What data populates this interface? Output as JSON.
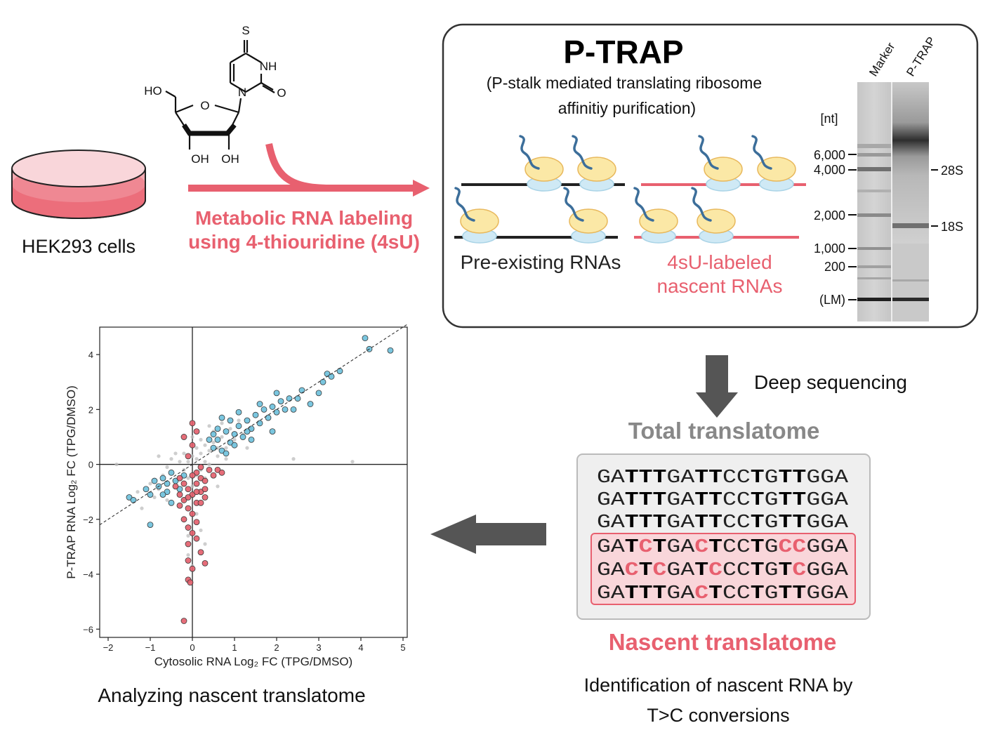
{
  "colors": {
    "accent_pink": "#e8606f",
    "pink_light": "#f9d6da",
    "blue_points": "#6cc0dc",
    "red_points": "#e35d6a",
    "grey_points": "#bdbdbd",
    "ribosome_yellow": "#fbe8a6",
    "ribosome_blue": "#cfe9f5",
    "mrna_blue": "#3c6e9a",
    "dark_arrow": "#555555",
    "grey_title": "#888888"
  },
  "cells": {
    "label": "HEK293 cells"
  },
  "molecule": {
    "atoms": {
      "s": "S",
      "nh": "NH",
      "o_carbonyl": "O",
      "n": "N",
      "ho": "HO",
      "o_ring": "O",
      "oh1": "OH",
      "oh2": "OH"
    }
  },
  "labeling": {
    "line1": "Metabolic RNA labeling",
    "line2": "using 4-thiouridine (4sU)"
  },
  "ptrap": {
    "title": "P-TRAP",
    "subtitle_line1": "(P-stalk mediated translating ribosome",
    "subtitle_line2": "affinitiy purification)",
    "pre_existing_label": "Pre-existing RNAs",
    "labeled_line1": "4sU-labeled",
    "labeled_line2": "nascent RNAs"
  },
  "gel": {
    "lane_labels": [
      "Marker",
      "P-TRAP"
    ],
    "unit": "[nt]",
    "marker_ticks": [
      "6,000",
      "4,000",
      "2,000",
      "1,000",
      "200",
      "(LM)"
    ],
    "band_labels": [
      "28S",
      "18S"
    ]
  },
  "sequencing": {
    "label": "Deep sequencing"
  },
  "total_translatome": {
    "title": "Total translatome"
  },
  "reads": [
    {
      "segments": [
        [
          "GA",
          "n"
        ],
        [
          "TTT",
          "b"
        ],
        [
          "GA",
          "n"
        ],
        [
          "TT",
          "b"
        ],
        [
          "CC",
          "n"
        ],
        [
          "T",
          "b"
        ],
        [
          "G",
          "n"
        ],
        [
          "TT",
          "b"
        ],
        [
          "GGA",
          "n"
        ]
      ]
    },
    {
      "segments": [
        [
          "GA",
          "n"
        ],
        [
          "TTT",
          "b"
        ],
        [
          "GA",
          "n"
        ],
        [
          "TT",
          "b"
        ],
        [
          "CC",
          "n"
        ],
        [
          "T",
          "b"
        ],
        [
          "G",
          "n"
        ],
        [
          "TT",
          "b"
        ],
        [
          "GGA",
          "n"
        ]
      ]
    },
    {
      "segments": [
        [
          "GA",
          "n"
        ],
        [
          "TTT",
          "b"
        ],
        [
          "GA",
          "n"
        ],
        [
          "TT",
          "b"
        ],
        [
          "CC",
          "n"
        ],
        [
          "T",
          "b"
        ],
        [
          "G",
          "n"
        ],
        [
          "TT",
          "b"
        ],
        [
          "GGA",
          "n"
        ]
      ]
    },
    {
      "segments": [
        [
          "GA",
          "n"
        ],
        [
          "T",
          "b"
        ],
        [
          "C",
          "c"
        ],
        [
          "T",
          "b"
        ],
        [
          "GA",
          "n"
        ],
        [
          "C",
          "c"
        ],
        [
          "T",
          "b"
        ],
        [
          "CC",
          "n"
        ],
        [
          "T",
          "b"
        ],
        [
          "G",
          "n"
        ],
        [
          "CC",
          "c"
        ],
        [
          "GGA",
          "n"
        ]
      ]
    },
    {
      "segments": [
        [
          "GA",
          "n"
        ],
        [
          "C",
          "c"
        ],
        [
          "T",
          "b"
        ],
        [
          "C",
          "c"
        ],
        [
          "GA",
          "n"
        ],
        [
          "T",
          "b"
        ],
        [
          "C",
          "c"
        ],
        [
          "CC",
          "n"
        ],
        [
          "T",
          "b"
        ],
        [
          "G",
          "n"
        ],
        [
          "T",
          "b"
        ],
        [
          "C",
          "c"
        ],
        [
          "GGA",
          "n"
        ]
      ]
    },
    {
      "segments": [
        [
          "GA",
          "n"
        ],
        [
          "TTT",
          "b"
        ],
        [
          "GA",
          "n"
        ],
        [
          "C",
          "c"
        ],
        [
          "T",
          "b"
        ],
        [
          "CC",
          "n"
        ],
        [
          "T",
          "b"
        ],
        [
          "G",
          "n"
        ],
        [
          "TT",
          "b"
        ],
        [
          "GGA",
          "n"
        ]
      ]
    }
  ],
  "nascent_translatome": {
    "title": "Nascent translatome"
  },
  "identification": {
    "line1": "Identification of nascent RNA by",
    "line2": "T>C conversions"
  },
  "analysis": {
    "label": "Analyzing nascent translatome"
  },
  "chart_data": {
    "type": "scatter",
    "xlabel": "Cytosolic RNA Log₂ FC (TPG/DMSO)",
    "ylabel": "P-TRAP RNA Log₂ FC (TPG/DMSO)",
    "xlim": [
      -2.2,
      5.1
    ],
    "ylim": [
      -6.3,
      5.0
    ],
    "xticks": [
      -2,
      -1,
      0,
      1,
      2,
      3,
      4,
      5
    ],
    "yticks": [
      -6,
      -4,
      -2,
      0,
      2,
      4
    ],
    "reference_line": {
      "style": "dashed",
      "slope": 1.0,
      "intercept": 0.0
    },
    "series": [
      {
        "color": "#bdbdbd",
        "points": [
          [
            -0.5,
            -0.3
          ],
          [
            -0.3,
            0.1
          ],
          [
            -0.2,
            -0.2
          ],
          [
            0.1,
            0.2
          ],
          [
            0.2,
            0.4
          ],
          [
            0.3,
            0.1
          ],
          [
            0.4,
            0.5
          ],
          [
            -0.1,
            -0.5
          ],
          [
            -0.4,
            -0.6
          ],
          [
            0.5,
            0.8
          ],
          [
            0.6,
            0.3
          ],
          [
            -0.6,
            -0.1
          ],
          [
            0.0,
            0.3
          ],
          [
            0.2,
            -0.2
          ],
          [
            0.8,
            0.6
          ],
          [
            0.7,
            1.0
          ],
          [
            -0.8,
            -0.9
          ],
          [
            -0.2,
            0.4
          ],
          [
            0.3,
            0.7
          ],
          [
            0.1,
            -0.4
          ],
          [
            1.0,
            0.9
          ],
          [
            0.9,
            1.3
          ],
          [
            -0.3,
            -1.0
          ],
          [
            0.4,
            0.0
          ],
          [
            -0.7,
            -0.4
          ],
          [
            0.6,
            0.6
          ],
          [
            0.2,
            0.9
          ],
          [
            -0.1,
            0.1
          ],
          [
            1.2,
            1.1
          ],
          [
            0.5,
            1.2
          ],
          [
            -1.0,
            -0.7
          ],
          [
            0.1,
            0.6
          ],
          [
            -0.5,
            0.2
          ],
          [
            0.0,
            -0.8
          ],
          [
            0.8,
            0.2
          ],
          [
            1.4,
            1.3
          ],
          [
            -0.2,
            -1.3
          ],
          [
            0.3,
            -0.5
          ],
          [
            -0.9,
            -1.2
          ],
          [
            0.7,
            1.5
          ],
          [
            -1.3,
            -1.0
          ],
          [
            1.1,
            1.6
          ],
          [
            -0.4,
            0.4
          ],
          [
            0.0,
            1.0
          ],
          [
            0.4,
            1.4
          ],
          [
            -0.6,
            -1.3
          ],
          [
            1.6,
            1.5
          ],
          [
            2.4,
            0.2
          ],
          [
            -1.8,
            0.0
          ],
          [
            3.8,
            0.1
          ],
          [
            0.1,
            -1.8
          ],
          [
            0.2,
            -2.4
          ],
          [
            -0.1,
            -2.6
          ],
          [
            0.3,
            -2.9
          ],
          [
            -0.1,
            -3.3
          ],
          [
            0.0,
            -3.7
          ],
          [
            -1.2,
            -1.6
          ],
          [
            0.6,
            -0.8
          ],
          [
            1.3,
            0.6
          ],
          [
            -0.8,
            0.3
          ]
        ]
      },
      {
        "color": "#6cc0dc",
        "points": [
          [
            -1.5,
            -1.2
          ],
          [
            -1.4,
            -1.3
          ],
          [
            -1.1,
            -0.9
          ],
          [
            -1.0,
            -1.1
          ],
          [
            -0.9,
            -0.6
          ],
          [
            -0.8,
            -0.8
          ],
          [
            -0.7,
            -0.5
          ],
          [
            -0.6,
            -0.7
          ],
          [
            -0.5,
            -0.3
          ],
          [
            -0.4,
            -0.6
          ],
          [
            -0.3,
            -0.9
          ],
          [
            -0.2,
            -0.4
          ],
          [
            -0.6,
            -1.0
          ],
          [
            -1.0,
            -2.2
          ],
          [
            -0.5,
            -1.4
          ],
          [
            -0.7,
            -1.1
          ],
          [
            0.5,
            0.6
          ],
          [
            0.6,
            0.9
          ],
          [
            0.7,
            0.5
          ],
          [
            0.8,
            1.2
          ],
          [
            0.9,
            0.8
          ],
          [
            1.0,
            1.1
          ],
          [
            1.1,
            1.4
          ],
          [
            1.2,
            1.0
          ],
          [
            1.3,
            1.6
          ],
          [
            1.4,
            1.3
          ],
          [
            1.5,
            1.8
          ],
          [
            1.6,
            1.5
          ],
          [
            1.7,
            2.0
          ],
          [
            1.8,
            1.7
          ],
          [
            1.9,
            2.1
          ],
          [
            2.0,
            1.9
          ],
          [
            2.1,
            2.3
          ],
          [
            2.2,
            2.0
          ],
          [
            2.3,
            2.4
          ],
          [
            2.5,
            2.4
          ],
          [
            2.6,
            2.7
          ],
          [
            2.8,
            2.2
          ],
          [
            3.0,
            2.6
          ],
          [
            3.1,
            3.0
          ],
          [
            3.2,
            3.3
          ],
          [
            3.3,
            3.2
          ],
          [
            3.5,
            3.4
          ],
          [
            4.1,
            4.6
          ],
          [
            4.2,
            4.2
          ],
          [
            4.7,
            4.15
          ],
          [
            0.4,
            0.9
          ],
          [
            0.6,
            1.3
          ],
          [
            1.0,
            0.7
          ],
          [
            0.8,
            0.4
          ],
          [
            1.3,
            1.2
          ],
          [
            1.6,
            2.2
          ],
          [
            2.0,
            2.6
          ],
          [
            0.9,
            1.6
          ],
          [
            0.7,
            1.7
          ],
          [
            1.1,
            1.9
          ],
          [
            1.4,
            0.9
          ],
          [
            2.4,
            2.0
          ],
          [
            1.9,
            1.2
          ],
          [
            0.5,
            1.1
          ]
        ]
      },
      {
        "color": "#e35d6a",
        "points": [
          [
            -0.1,
            -0.9
          ],
          [
            0.0,
            -1.1
          ],
          [
            -0.2,
            -1.3
          ],
          [
            0.1,
            -1.4
          ],
          [
            -0.1,
            -1.6
          ],
          [
            0.0,
            -1.8
          ],
          [
            -0.2,
            -2.0
          ],
          [
            0.1,
            -2.1
          ],
          [
            -0.1,
            -2.3
          ],
          [
            0.0,
            -2.5
          ],
          [
            0.1,
            -2.7
          ],
          [
            -0.1,
            -2.9
          ],
          [
            0.2,
            -3.2
          ],
          [
            -0.1,
            -3.5
          ],
          [
            0.0,
            -3.8
          ],
          [
            0.3,
            -3.6
          ],
          [
            -0.1,
            -4.2
          ],
          [
            -0.05,
            -4.3
          ],
          [
            -0.2,
            -5.7
          ],
          [
            0.1,
            -0.3
          ],
          [
            0.2,
            -0.5
          ],
          [
            0.3,
            -0.6
          ],
          [
            0.4,
            -0.2
          ],
          [
            -0.3,
            -0.5
          ],
          [
            -0.2,
            -0.7
          ],
          [
            0.1,
            -0.7
          ],
          [
            0.2,
            -1.0
          ],
          [
            0.3,
            -0.9
          ],
          [
            -0.3,
            -1.1
          ],
          [
            0.0,
            -0.4
          ],
          [
            0.2,
            -0.1
          ],
          [
            -0.1,
            0.3
          ],
          [
            0.0,
            0.7
          ],
          [
            -0.2,
            1.0
          ],
          [
            0.1,
            1.2
          ],
          [
            0.0,
            1.5
          ],
          [
            0.6,
            -0.2
          ],
          [
            0.7,
            -0.3
          ],
          [
            0.5,
            -0.4
          ],
          [
            -0.4,
            -0.8
          ],
          [
            0.2,
            -1.4
          ],
          [
            -0.1,
            -1.2
          ],
          [
            0.1,
            -1.0
          ],
          [
            0.3,
            -1.2
          ],
          [
            -0.3,
            -1.5
          ]
        ]
      }
    ]
  }
}
